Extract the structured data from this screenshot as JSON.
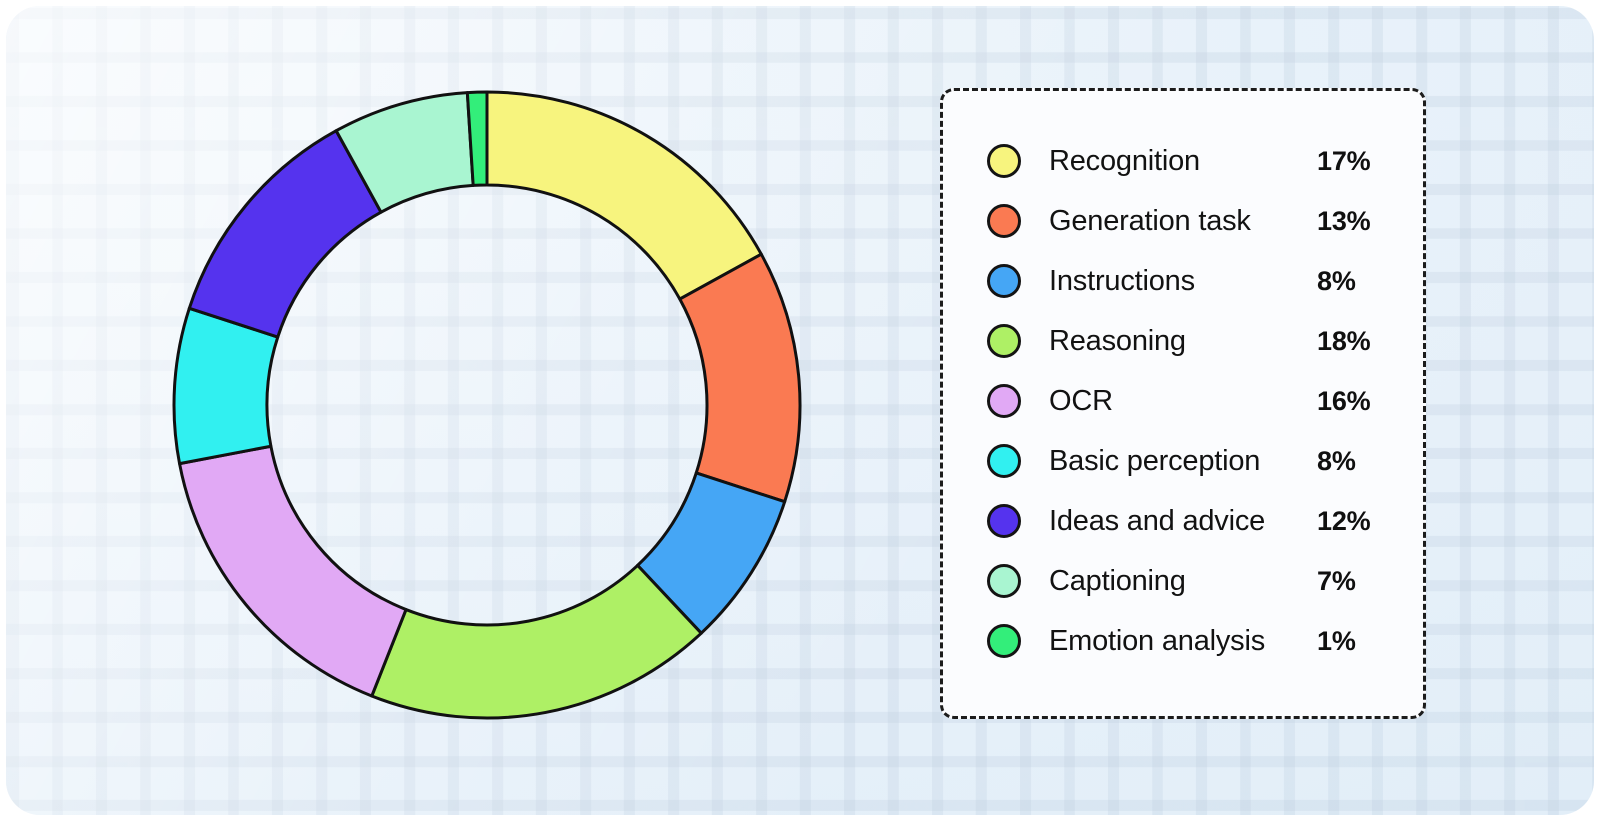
{
  "chart_data": {
    "type": "pie",
    "title": "",
    "subtitle": "",
    "variant": "donut",
    "legend_position": "right",
    "grid": false,
    "total": 100,
    "unit": "%",
    "start_angle_deg": 0,
    "direction": "clockwise",
    "categories": [
      "Recognition",
      "Generation task",
      "Instructions",
      "Reasoning",
      "OCR",
      "Basic perception",
      "Ideas and advice",
      "Captioning",
      "Emotion analysis"
    ],
    "values": [
      17,
      13,
      8,
      18,
      16,
      8,
      12,
      7,
      1
    ],
    "value_labels": [
      "17%",
      "13%",
      "8%",
      "18%",
      "16%",
      "8%",
      "12%",
      "7%",
      "1%"
    ],
    "colors": [
      "#F7F47E",
      "#FA7A52",
      "#45A6F5",
      "#AEF065",
      "#E1A9F5",
      "#31F0F0",
      "#5533EE",
      "#A9F5D1",
      "#33EE7A"
    ],
    "slice_stroke": "#111111",
    "slice_stroke_width": 3
  },
  "legend": {
    "items": [
      {
        "label": "Recognition",
        "value": "17%",
        "color": "#F7F47E"
      },
      {
        "label": "Generation task",
        "value": "13%",
        "color": "#FA7A52"
      },
      {
        "label": "Instructions",
        "value": "8%",
        "color": "#45A6F5"
      },
      {
        "label": "Reasoning",
        "value": "18%",
        "color": "#AEF065"
      },
      {
        "label": "OCR",
        "value": "16%",
        "color": "#E1A9F5"
      },
      {
        "label": "Basic perception",
        "value": "8%",
        "color": "#31F0F0"
      },
      {
        "label": "Ideas and advice",
        "value": "12%",
        "color": "#5533EE"
      },
      {
        "label": "Captioning",
        "value": "7%",
        "color": "#A9F5D1"
      },
      {
        "label": "Emotion analysis",
        "value": "1%",
        "color": "#33EE7A"
      }
    ]
  },
  "theme": {
    "background": "#E9F2FA",
    "card_background": "#FBFCFE",
    "card_border": "#1C1C1C",
    "text": "#121212"
  }
}
